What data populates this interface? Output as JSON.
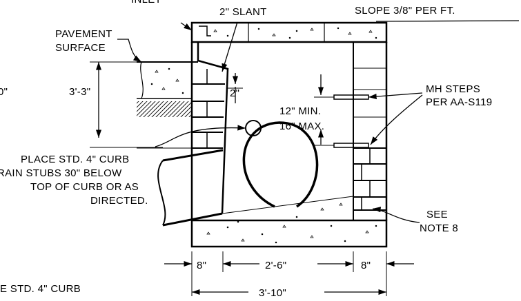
{
  "labels": {
    "top_clipped": "INLET",
    "slant": "2\" SLANT",
    "slope": "SLOPE 3/8\" PER FT.",
    "pavement_1": "PAVEMENT",
    "pavement_2": "SURFACE",
    "left_clipped": "0\"",
    "dim_3_3": "3'-3\"",
    "dim_2": "2\"",
    "min": "12\" MIN.",
    "max": "16\" MAX.",
    "mh_1": "MH STEPS",
    "mh_2": "PER AA-S119",
    "curb_1": "PLACE STD. 4\" CURB",
    "curb_2": "RAIN STUBS 30\" BELOW",
    "curb_3": "TOP OF CURB OR AS",
    "curb_4": "DIRECTED.",
    "see_1": "SEE",
    "see_2": "NOTE 8",
    "dim_8_left": "8\"",
    "dim_2_6": "2'-6\"",
    "dim_8_right": "8\"",
    "dim_3_10": "3'-10\"",
    "bottom_clipped": "E STD. 4\" CURB"
  }
}
